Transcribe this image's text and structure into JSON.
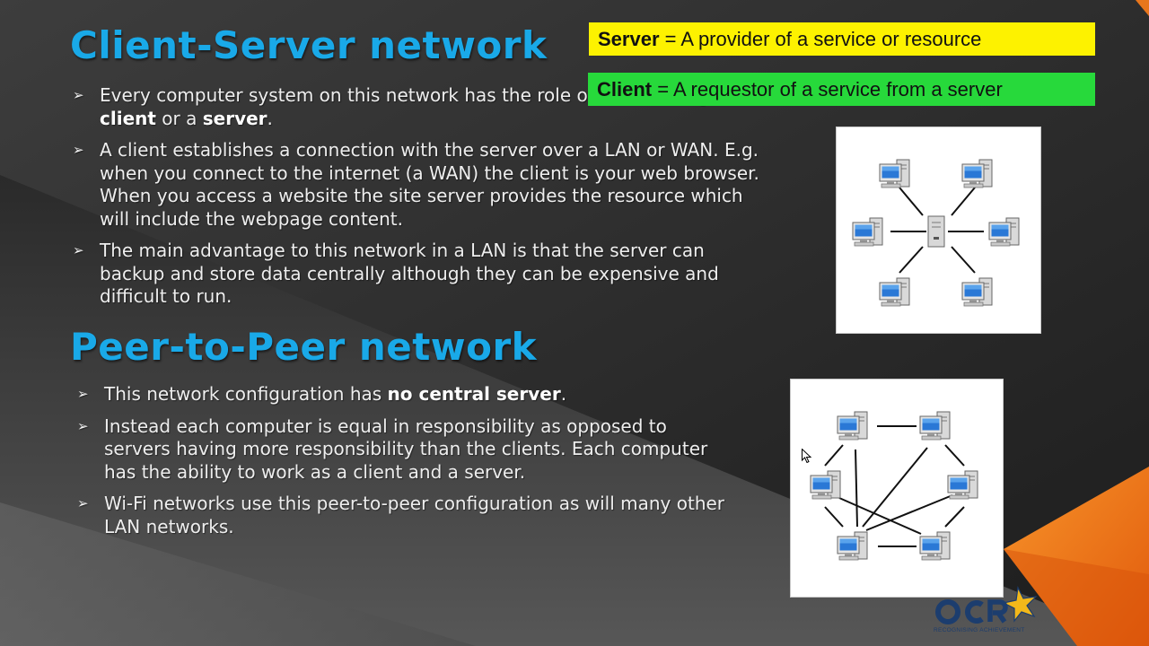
{
  "colors": {
    "accent": "#19a9e8",
    "server_bg": "#fdf200",
    "client_bg": "#27d93b",
    "orange": "#ef6d14"
  },
  "section1": {
    "title": "Client-Server network",
    "bullets": [
      {
        "pre": "Every computer system on this network has the role of either being a ",
        "b1": "client",
        "mid": " or a ",
        "b2": "server",
        "post": "."
      },
      {
        "text": "A client establishes a connection with the server over a LAN or WAN. E.g. when you connect to the internet (a WAN) the client is your web browser. When you access a website the site server provides the resource which will include the webpage content."
      },
      {
        "text": "The main advantage to this network in a LAN is that the server can backup and store data centrally although they can be expensive and difficult to run."
      }
    ]
  },
  "definitions": {
    "server_term": "Server",
    "server_def": " = A provider of a service or resource",
    "client_term": "Client",
    "client_def": " = A requestor of a service from a server"
  },
  "section2": {
    "title": "Peer-to-Peer network",
    "bullets": [
      {
        "pre": "This network configuration has ",
        "b1": "no central server",
        "post": "."
      },
      {
        "text": "Instead each computer is equal in responsibility as opposed to servers having more responsibility than the clients. Each computer has the ability to work as a client and a server."
      },
      {
        "text": "Wi-Fi networks use this peer-to-peer configuration as will many other LAN networks."
      }
    ]
  },
  "icons": {
    "bullet": "arrow-bullet-icon",
    "computer": "computer-icon",
    "server": "server-tower-icon"
  },
  "logo": {
    "name": "OCR",
    "tagline": "RECOGNISING ACHIEVEMENT"
  }
}
